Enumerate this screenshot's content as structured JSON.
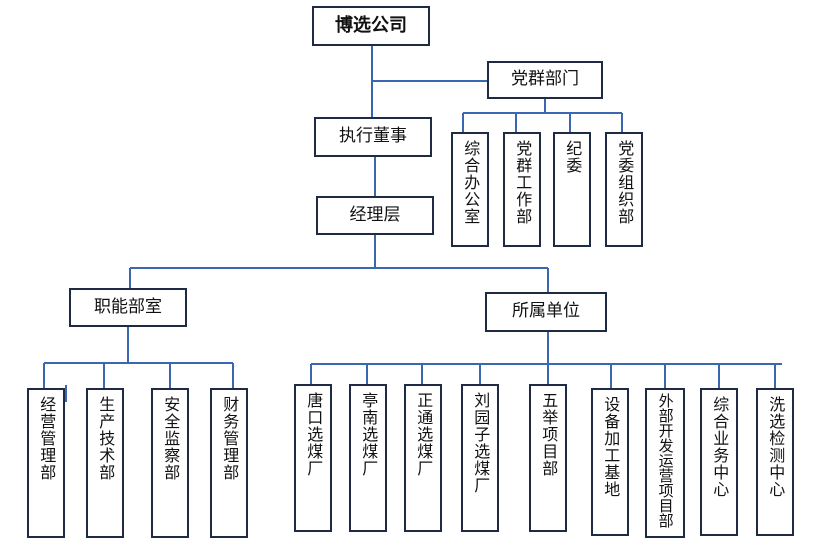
{
  "org": {
    "root": "博选公司",
    "party_dept": "党群部门",
    "party_subs": [
      "综合办公室",
      "党群工作部",
      "纪委",
      "党委组织部"
    ],
    "exec": "执行董事",
    "manager": "经理层",
    "functional": "职能部室",
    "functional_subs": [
      "经营管理部",
      "生产技术部",
      "安全监察部",
      "财务管理部"
    ],
    "units": "所属单位",
    "unit_subs": [
      "唐口选煤厂",
      "亭南选煤厂",
      "正通选煤厂",
      "刘园子选煤厂",
      "五举项目部",
      "设备加工基地",
      "外部开发运营项目部",
      "综合业务中心",
      "洗选检测中心"
    ]
  },
  "colors": {
    "line": "#3a67b1",
    "border": "#1f2a44"
  }
}
